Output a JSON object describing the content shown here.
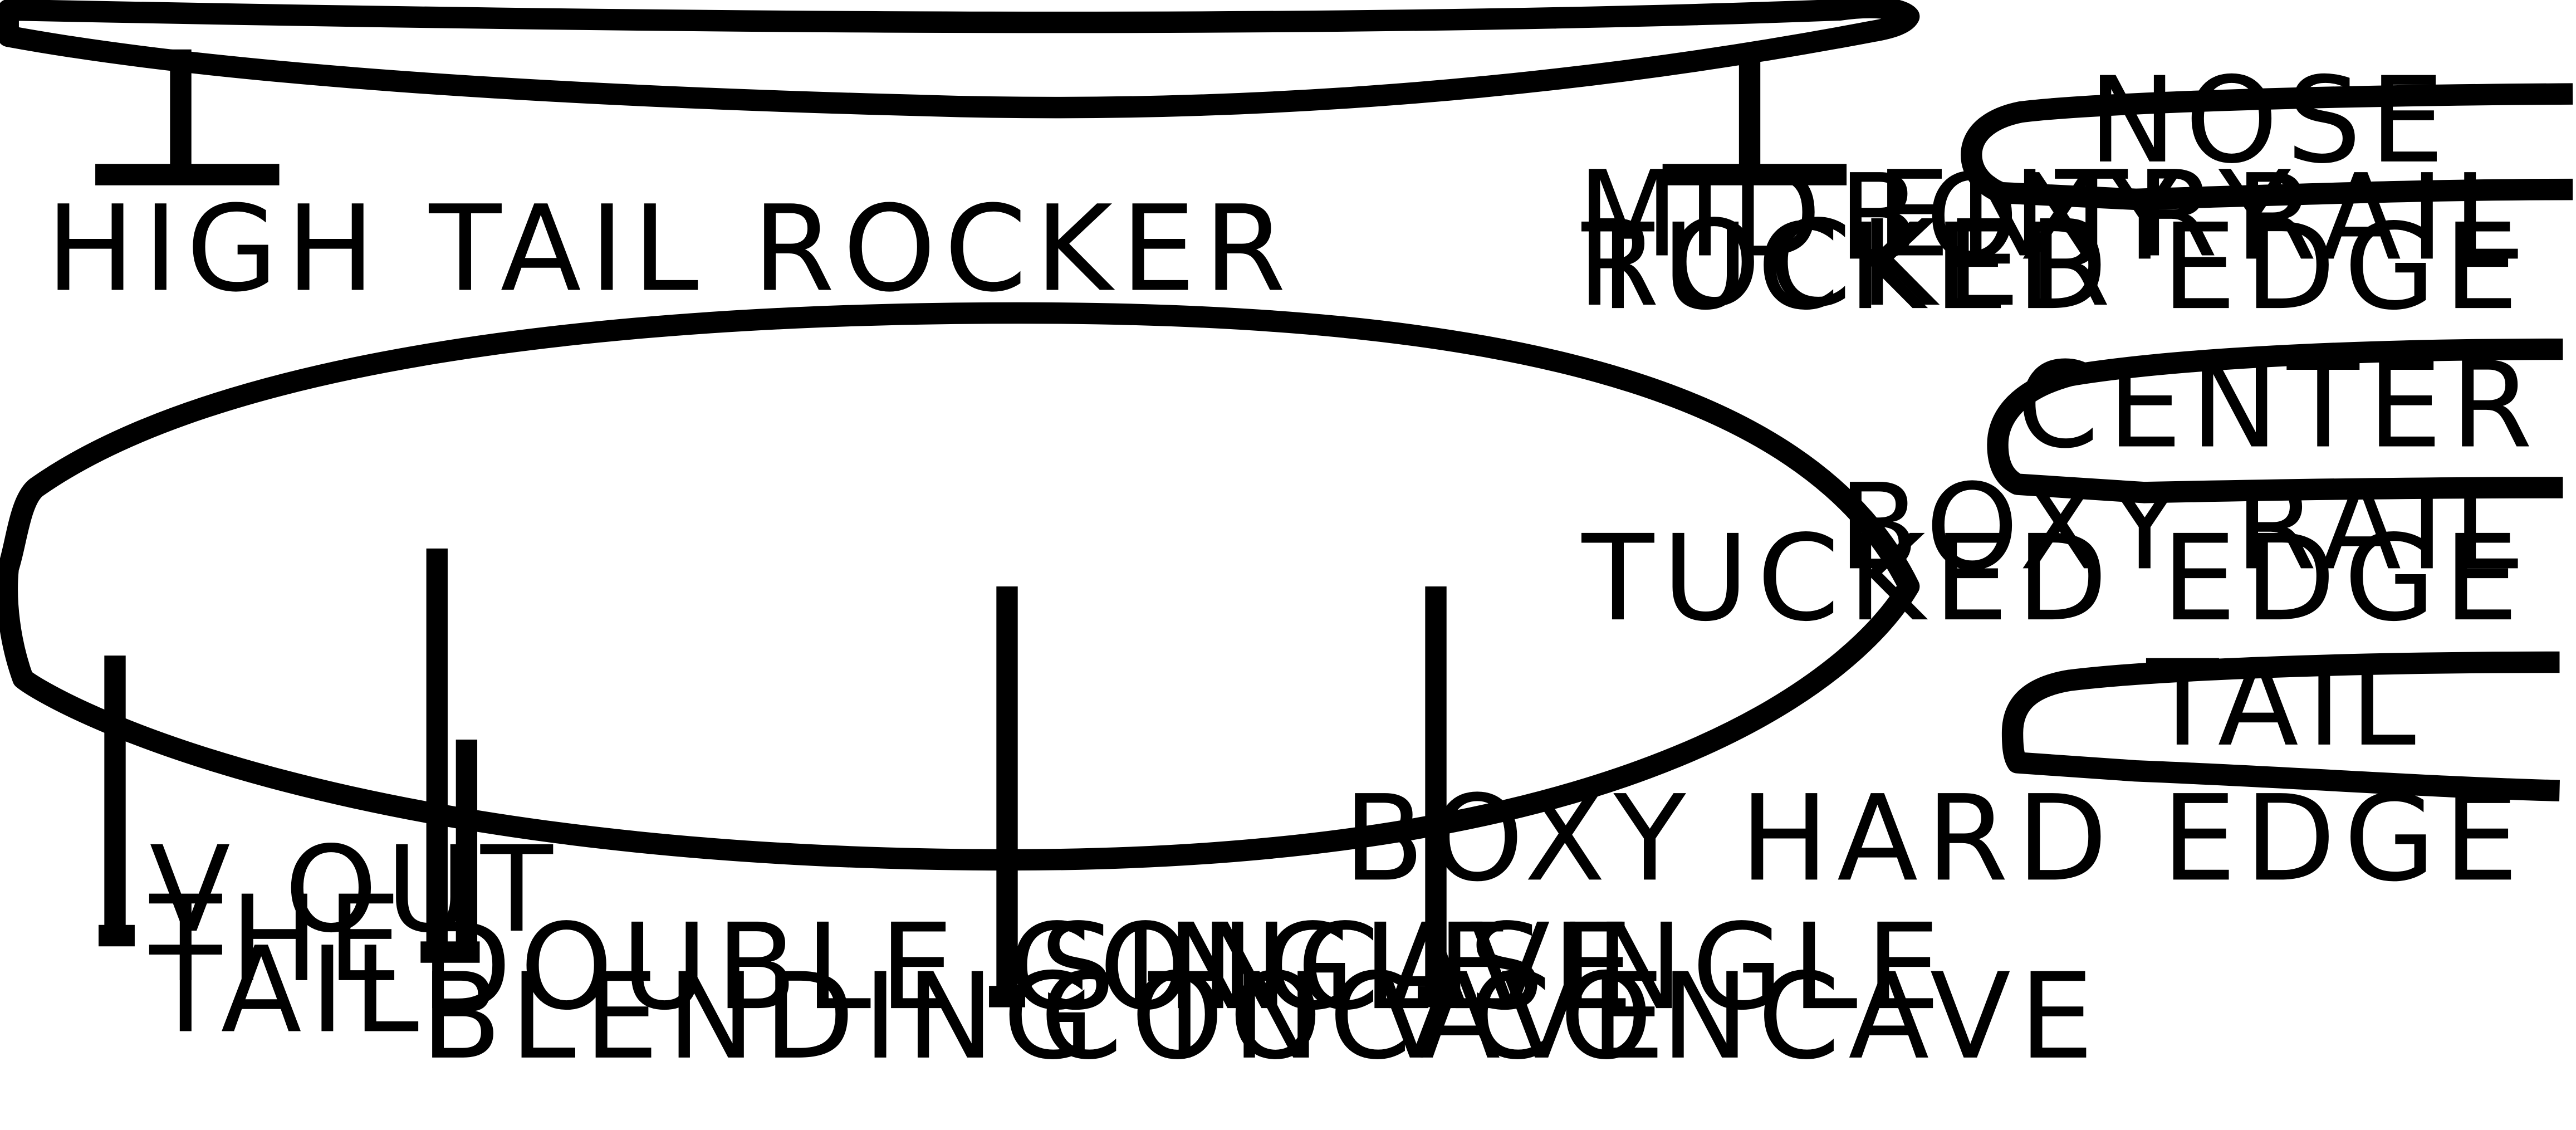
{
  "labels": {
    "high_tail_rocker": "HIGH TAIL ROCKER",
    "mid_entry_rocker": [
      "MID ENTRY",
      "ROCKER"
    ],
    "nose": "NOSE",
    "center": "CENTER",
    "tail": "TAIL",
    "nose_rail": [
      "BOXY RAIL",
      "TUCKED EDGE"
    ],
    "center_rail": [
      "BOXY RAIL",
      "TUCKED EDGE"
    ],
    "tail_rail": "BOXY HARD EDGE",
    "v_out_tail": [
      "V OUT",
      "THE",
      "TAIL"
    ],
    "double_concave": [
      "DOUBLE CONCAVE",
      "BLENDING TO V"
    ],
    "single_concave_1": [
      "SINGLE",
      "CONCAVE"
    ],
    "single_concave_2": [
      "SINGLE",
      "CONCAVE"
    ]
  },
  "colors": {
    "ink": "#000000",
    "background": "#ffffff"
  }
}
